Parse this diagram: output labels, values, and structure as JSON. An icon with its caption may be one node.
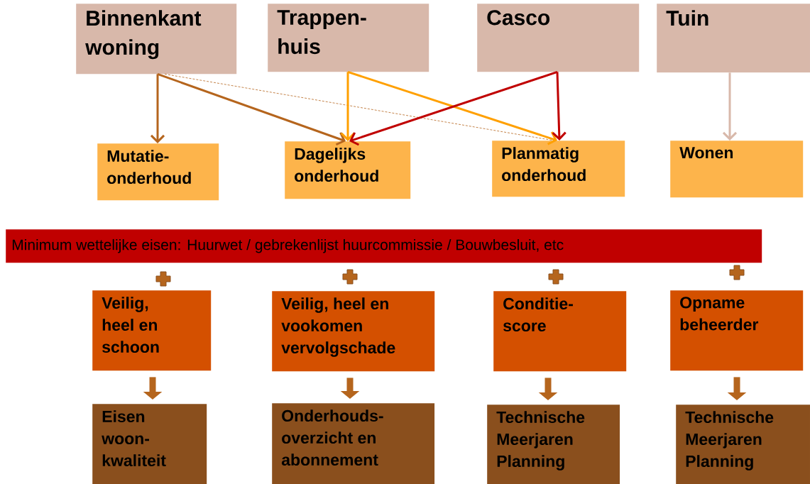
{
  "diagram": {
    "nodes": [
      {
        "text": [
          "Binnenkant woning"
        ]
      },
      {
        "text": [
          "Trappen- huis"
        ]
      },
      {
        "text": [
          "Casco"
        ]
      },
      {
        "text": [
          "Tuin"
        ]
      },
      {
        "text": [
          "Mutatie- onderhoud"
        ]
      },
      {
        "text": [
          "Dagelijks onderhoud"
        ]
      },
      {
        "text": [
          "Planmatig onderhoud"
        ]
      },
      {
        "text": [
          "Wonen"
        ]
      },
      {
        "text": [
          "Minimum wettelijke eisen: Huurwet / gebrekenlijst huurcommissie / Bouwbesluit, etc"
        ]
      },
      {
        "text": [
          "Veilig, heel en schoon"
        ]
      },
      {
        "text": [
          "Veilig, heel en vookomen vervolgschade"
        ]
      },
      {
        "text": [
          "Conditie- score"
        ]
      },
      {
        "text": [
          "Opname beheerder"
        ]
      },
      {
        "text": [
          "Eisen woon- kwaliteit"
        ]
      },
      {
        "text": [
          "Onderhouds- overzicht en abonnement"
        ]
      },
      {
        "text": [
          "Technische Meerjaren Planning"
        ]
      },
      {
        "text": [
          "Technische Meerjaren Planning"
        ]
      }
    ],
    "edges": [
      {
        "from": 0,
        "to": 4,
        "arrow": "to",
        "color": "#b5651d"
      },
      {
        "from": 0,
        "to": 5,
        "arrow": "to",
        "color": "#b5651d"
      },
      {
        "from": 0,
        "to": 6,
        "arrow": "none",
        "style": "dashed",
        "color": "#b5651d"
      },
      {
        "from": 1,
        "to": 5,
        "arrow": "to",
        "color": "#ffa000"
      },
      {
        "from": 1,
        "to": 6,
        "arrow": "to",
        "color": "#ffa000"
      },
      {
        "from": 2,
        "to": 5,
        "arrow": "to",
        "color": "#c00000"
      },
      {
        "from": 2,
        "to": 6,
        "arrow": "to",
        "color": "#c00000"
      },
      {
        "from": 3,
        "to": 7,
        "arrow": "to",
        "color": "#d8b8aa"
      },
      {
        "from": 9,
        "to": 13,
        "arrow": "to",
        "style": "thick"
      },
      {
        "from": 10,
        "to": 14,
        "arrow": "to",
        "style": "thick"
      },
      {
        "from": 11,
        "to": 15,
        "arrow": "to",
        "style": "thick"
      },
      {
        "from": 12,
        "to": 16,
        "arrow": "to",
        "style": "thick"
      }
    ]
  }
}
